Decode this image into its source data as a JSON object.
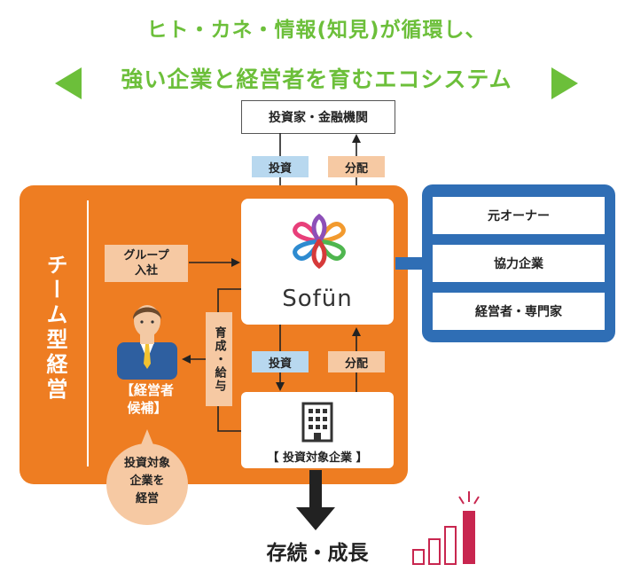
{
  "header": {
    "line1": "ヒト・カネ・情報(知見)が循環し、",
    "line2": "強い企業と経営者を育むエコシステム"
  },
  "investors": "投資家・金融機関",
  "labels": {
    "invest_top": "投資",
    "distribute_top": "分配",
    "invest_bottom": "投資",
    "distribute_bottom": "分配",
    "group_join": "グループ\n入社",
    "nurture_pay": "育成・給与"
  },
  "team": "チーム型経営",
  "sofun": "Sofün",
  "candidate": "【経営者\n候補】",
  "company": "【 投資対象企業 】",
  "bubble": "投資対象\n企業を\n経営",
  "partners": [
    "元オーナー",
    "協力企業",
    "経営者・専門家"
  ],
  "outcome": "存続・成長",
  "colors": {
    "green": "#6cbf3a",
    "orange": "#ee7d22",
    "blue_frame": "#2f6eb5",
    "peach": "#f6c9a3",
    "light_blue": "#b8d8ef",
    "bar_red": "#c8264f"
  }
}
